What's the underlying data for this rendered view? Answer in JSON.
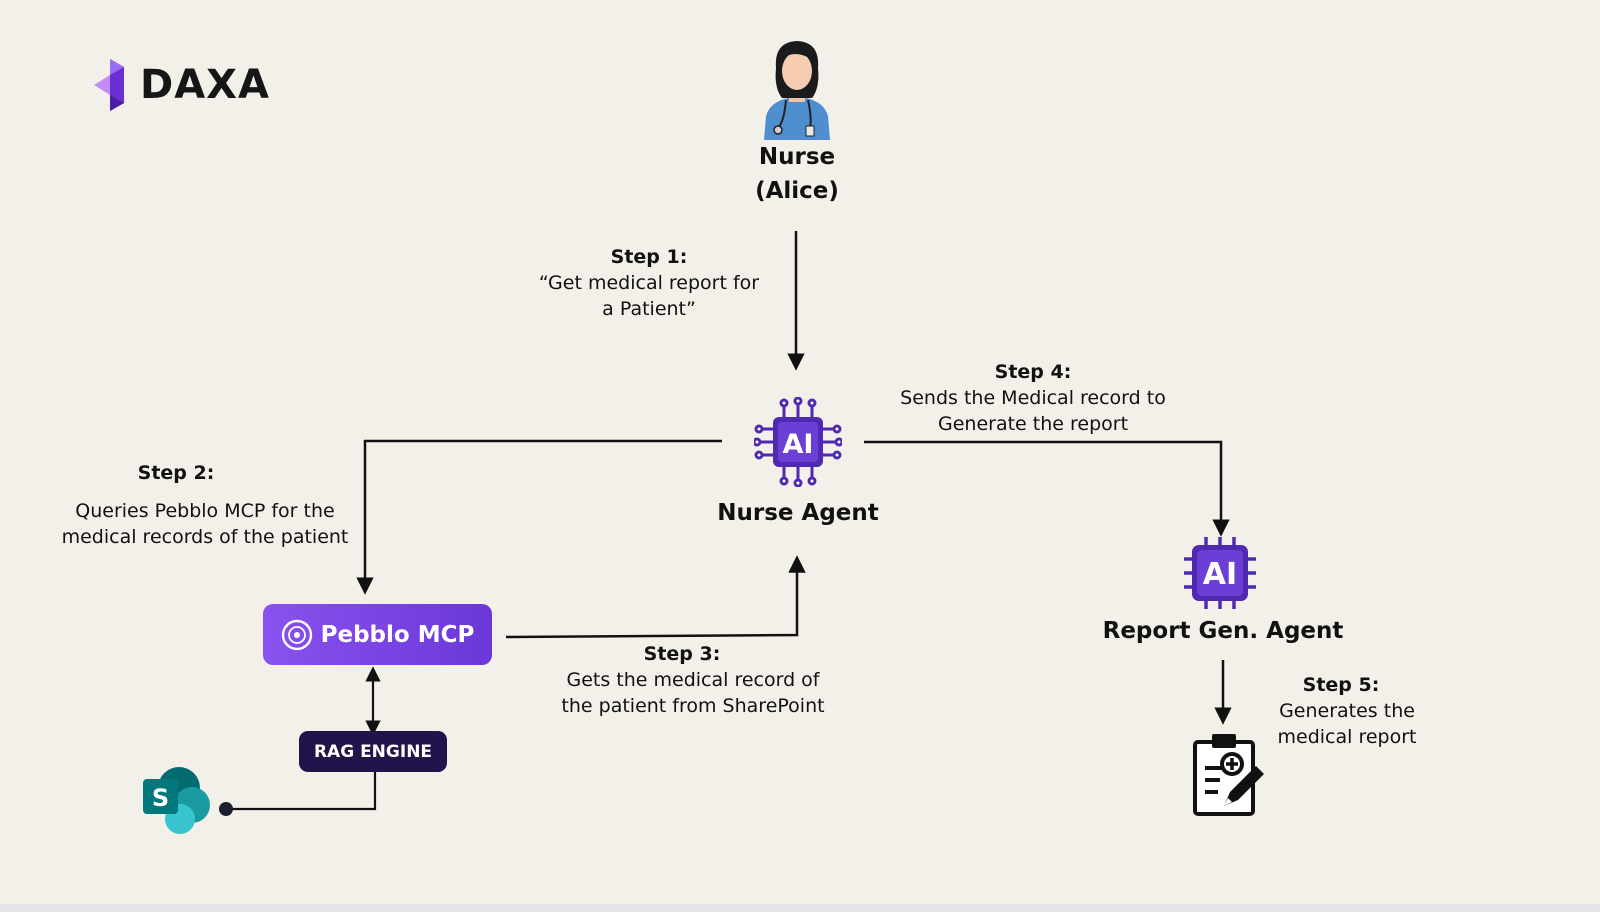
{
  "logo": {
    "text": "DAXA"
  },
  "nurse": {
    "line1": "Nurse",
    "line2": "(Alice)"
  },
  "step1": {
    "title": "Step 1:",
    "line1": "“Get medical report for",
    "line2": "a Patient”"
  },
  "step2": {
    "title": "Step 2:",
    "line1": "Queries Pebblo MCP for the",
    "line2": "medical records of the patient"
  },
  "step3": {
    "title": "Step 3:",
    "line1": "Gets the medical record of",
    "line2": "the patient from SharePoint"
  },
  "step4": {
    "title": "Step 4:",
    "line1": "Sends the Medical record to",
    "line2": "Generate the report"
  },
  "step5": {
    "title": "Step 5:",
    "line1": "Generates the",
    "line2": "medical report"
  },
  "nurse_agent": {
    "label": "Nurse Agent",
    "chip_text": "AI"
  },
  "report_agent": {
    "label": "Report Gen. Agent",
    "chip_text": "AI"
  },
  "pebblo": {
    "label": "Pebblo MCP"
  },
  "rag": {
    "label": "RAG ENGINE"
  },
  "sharepoint": {
    "letter": "S"
  },
  "colors": {
    "accent": "#6b37d9",
    "chip": "#5b2fc0",
    "dark": "#22134a",
    "background": "#f3f0ea"
  }
}
